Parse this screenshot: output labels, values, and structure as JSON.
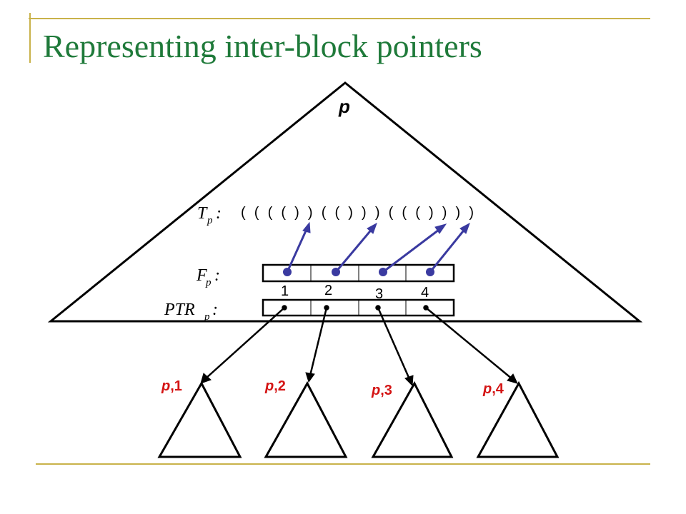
{
  "slide": {
    "title": "Representing inter-block pointers",
    "accent_color": "#c9b24a",
    "title_color": "#1f7a3a"
  },
  "diagram": {
    "root_label": "p",
    "tp_label": "T",
    "tp_sub": "p",
    "tp_colon": ":",
    "tp_parens": "( ( ( ( ) ) ( ( ) ) ) ( ( ( ) ) ) )",
    "fp_label": "F",
    "fp_sub": "p",
    "fp_colon": ":",
    "ptr_label": "PTR",
    "ptr_sub": "p",
    "ptr_colon": ":",
    "indices": [
      "1",
      "2",
      "3",
      "4"
    ],
    "children": [
      {
        "prefix": "p",
        "suffix": ",1"
      },
      {
        "prefix": "p",
        "suffix": ",2"
      },
      {
        "prefix": "p",
        "suffix": ",3"
      },
      {
        "prefix": "p",
        "suffix": ",4"
      }
    ],
    "pointer_color": "#3a3aa0",
    "child_label_color": "#d41414"
  }
}
